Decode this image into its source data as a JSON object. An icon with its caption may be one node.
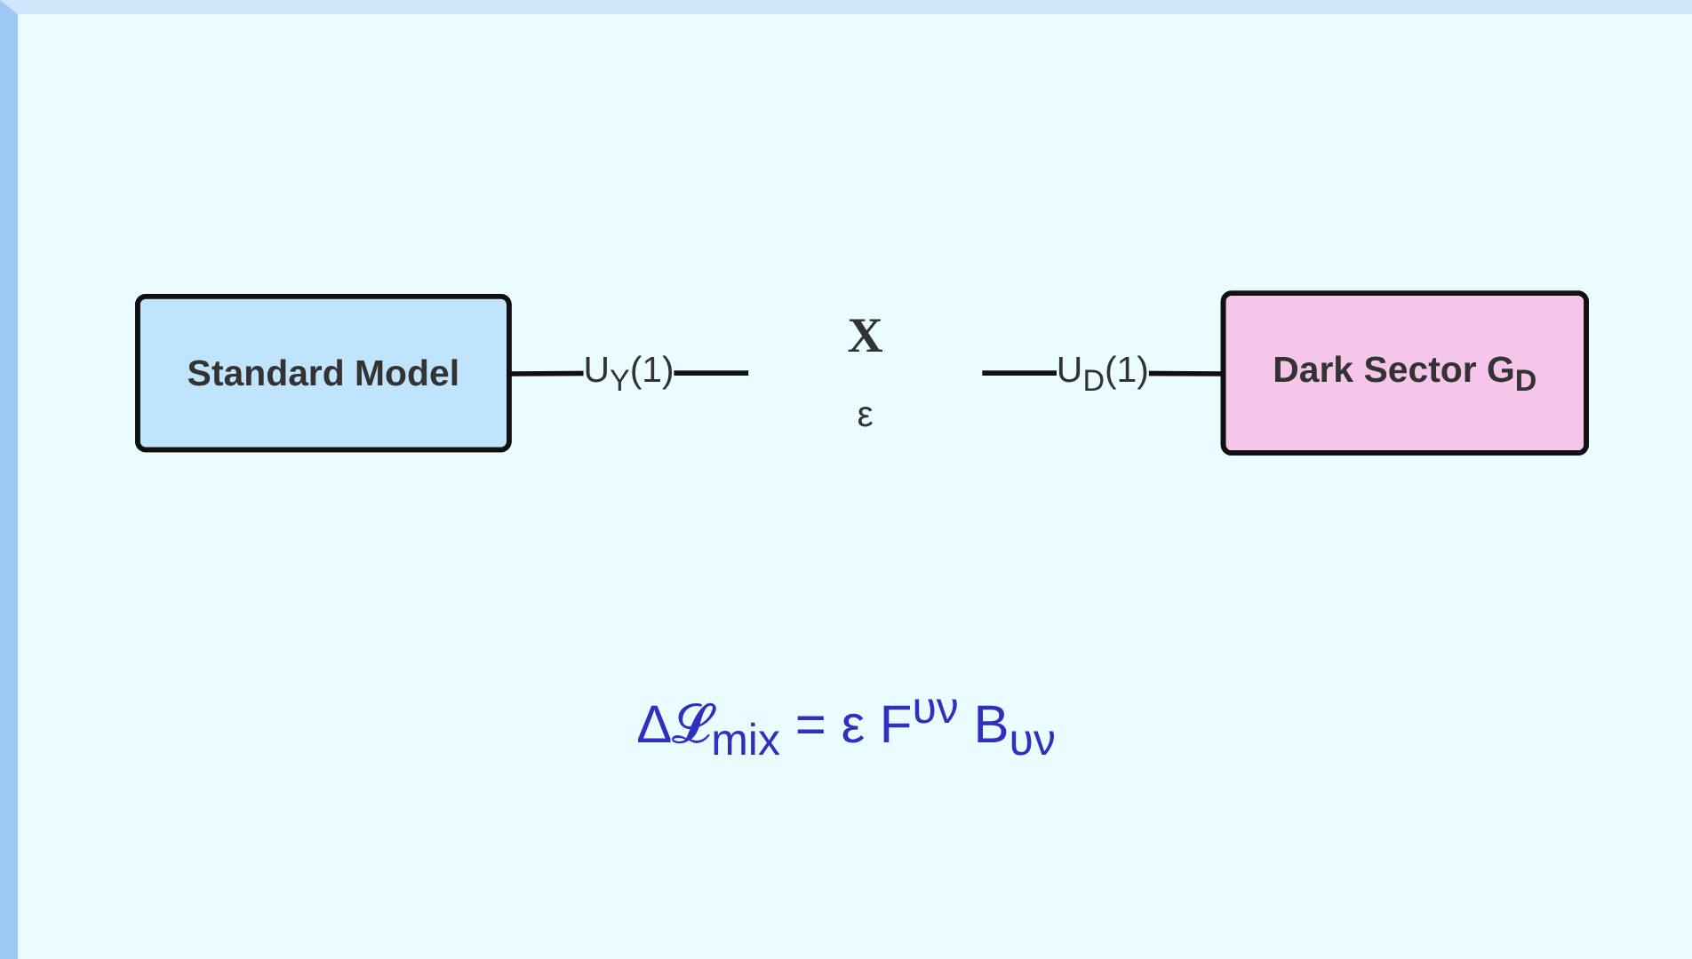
{
  "diagram": {
    "nodes": [
      {
        "text": [
          "Standard Model"
        ]
      },
      {
        "text": [
          "X"
        ],
        "beside": [
          "ε"
        ]
      },
      {
        "text": [
          "Dark Sector G$_{D}$"
        ]
      }
    ],
    "edges": [
      {
        "from": 0,
        "to": 1,
        "arrow": "none",
        "label": "U$_{Y}$(1)"
      },
      {
        "from": 1,
        "to": 2,
        "arrow": "none",
        "label": "U$_{D}$(1)"
      }
    ],
    "labels": [
      "Δ𝓛$_{mix}$ = ε F$^{υν}$ B$_{υν}$"
    ]
  }
}
